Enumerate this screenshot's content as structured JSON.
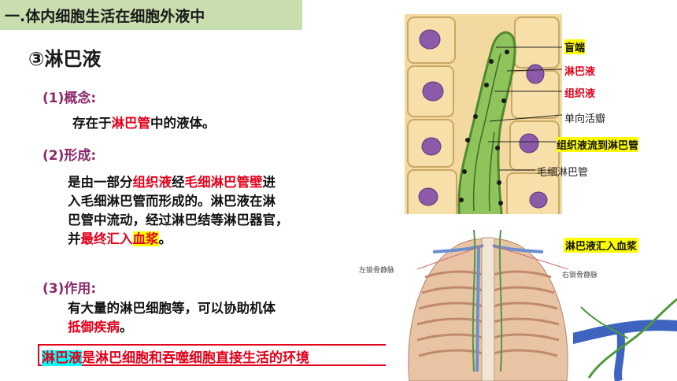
{
  "header": {
    "title": "一.体内细胞生活在细胞外液中"
  },
  "section": {
    "title": "③淋巴液"
  },
  "concept": {
    "label": "(1)概念:",
    "prefix": "存在于",
    "highlight": "淋巴管",
    "suffix": "中的液体。"
  },
  "formation": {
    "label": "(2)形成:",
    "l1_a": "是由一部分",
    "l1_b": "组织液",
    "l1_c": "经",
    "l1_d": "毛细淋巴管壁",
    "l1_e": "进",
    "l2": "入毛细淋巴管而形成的。淋巴液在淋",
    "l3": "巴管中流动，经过淋巴结等淋巴器官，",
    "l4_a": "并",
    "l4_b": "最终汇入",
    "l4_c": "血浆",
    "l4_d": "。"
  },
  "function": {
    "label": "(3)作用:",
    "l1": "有大量的淋巴细胞等，可以协助机体",
    "l2": "抵御疾病",
    "l2_end": "。"
  },
  "footer": {
    "highlight": "淋巴液",
    "rest": "是淋巴细胞和吞噬细胞直接生活的环境"
  },
  "diagram_labels": {
    "blind_end": "盲端",
    "lymph": "淋巴液",
    "tissue_fluid": "组织液",
    "one_way_valve": "单向活瓣",
    "flow": "组织液流到淋巴管",
    "capillary": "毛细淋巴管",
    "into_plasma": "淋巴液汇入血浆",
    "left_vein": "左锁骨静脉",
    "right_vein": "右锁骨静脉"
  },
  "colors": {
    "title_bg": "#c9deae",
    "accent_red": "#e2001a",
    "label_purple": "#8a2a6a",
    "highlight_yellow": "#ffff00",
    "highlight_cyan": "#00ffff"
  }
}
